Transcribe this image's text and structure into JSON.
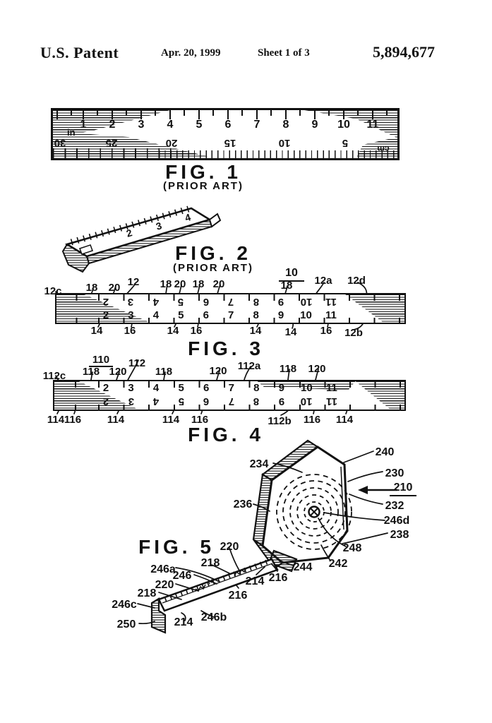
{
  "header": {
    "title": "U.S. Patent",
    "date": "Apr. 20, 1999",
    "sheet": "Sheet 1 of 3",
    "patent_number": "5,894,677"
  },
  "fig1": {
    "caption": "FIG. 1",
    "subcaption": "(PRIOR ART)",
    "unit_top": "in",
    "unit_bottom": "cm",
    "inch_numbers": [
      "1",
      "2",
      "3",
      "4",
      "5",
      "6",
      "7",
      "8",
      "9",
      "10",
      "11"
    ],
    "cm_numbers": [
      "30",
      "25",
      "20",
      "15",
      "10",
      "5"
    ]
  },
  "fig2": {
    "caption": "FIG. 2",
    "subcaption": "(PRIOR ART)",
    "scale_numbers": [
      "2",
      "3",
      "4"
    ]
  },
  "fig3": {
    "caption": "FIG. 3",
    "figure_ref": "10",
    "top_labels": [
      "12c",
      "18",
      "20",
      "12",
      "18",
      "20",
      "18",
      "20",
      "18",
      "12a",
      "12d"
    ],
    "bottom_labels": [
      "14",
      "16",
      "14",
      "16",
      "14",
      "14",
      "16",
      "12b"
    ],
    "upper_scale_inverted": [
      "2",
      "3",
      "4",
      "5",
      "6",
      "7",
      "8",
      "9",
      "10",
      "11"
    ],
    "lower_scale": [
      "2",
      "3",
      "4",
      "5",
      "6",
      "7",
      "8",
      "9",
      "10",
      "11"
    ]
  },
  "fig4": {
    "caption": "FIG. 4",
    "top_labels": [
      "112c",
      "118",
      "120",
      "110",
      "112",
      "118",
      "120",
      "112a",
      "118",
      "120"
    ],
    "bottom_labels": [
      "114",
      "116",
      "114",
      "114",
      "116",
      "112b",
      "116",
      "114"
    ],
    "upper_scale": [
      "2",
      "3",
      "4",
      "5",
      "6",
      "7",
      "8",
      "9",
      "10",
      "11"
    ],
    "lower_scale_inverted": [
      "2",
      "3",
      "4",
      "5",
      "6",
      "7",
      "8",
      "9",
      "10",
      "11"
    ]
  },
  "fig5": {
    "caption": "FIG. 5",
    "blade_number": "2",
    "labels": [
      "240",
      "234",
      "230",
      "210",
      "236",
      "232",
      "246d",
      "238",
      "248",
      "242",
      "244",
      "216",
      "214",
      "216",
      "220",
      "218",
      "246a",
      "246",
      "220",
      "218",
      "246c",
      "250",
      "214",
      "246b"
    ]
  }
}
